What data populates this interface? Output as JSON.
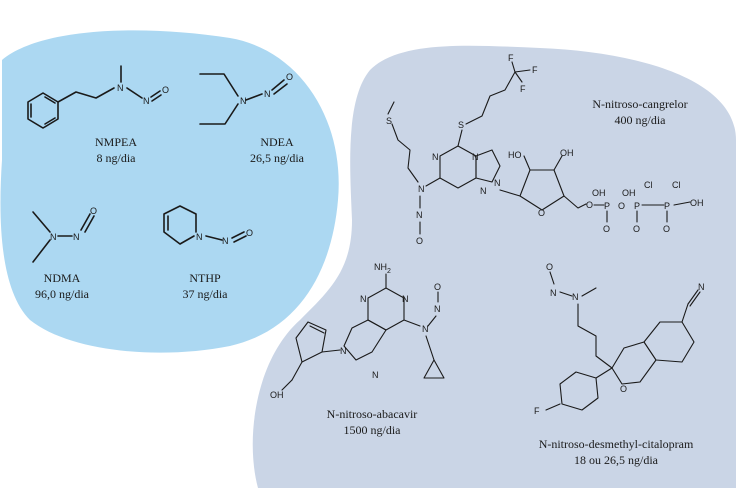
{
  "colors": {
    "left_blob": "#acd8f2",
    "right_blob": "#cad5e6",
    "ink": "#1a1a1a",
    "background": "#ffffff"
  },
  "left_group": {
    "nmpea": {
      "name": "NMPEA",
      "limit": "8 ng/dia"
    },
    "ndea": {
      "name": "NDEA",
      "limit": "26,5 ng/dia"
    },
    "ndma": {
      "name": "NDMA",
      "limit": "96,0 ng/dia"
    },
    "nthp": {
      "name": "NTHP",
      "limit": "37 ng/dia"
    }
  },
  "right_group": {
    "cangrelor": {
      "name": "N-nitroso-cangrelor",
      "limit": "400 ng/dia"
    },
    "abacavir": {
      "name": "N-nitroso-abacavir",
      "limit": "1500 ng/dia"
    },
    "citalopram": {
      "name": "N-nitroso-desmethyl-citalopram",
      "limit": "18 ou 26,5 ng/dia"
    }
  },
  "atoms": {
    "N": "N",
    "O": "O",
    "S": "S",
    "F": "F",
    "Cl": "Cl",
    "OH": "OH",
    "HO": "HO",
    "P": "P",
    "NH2": "NH",
    "H2sub": "2"
  }
}
